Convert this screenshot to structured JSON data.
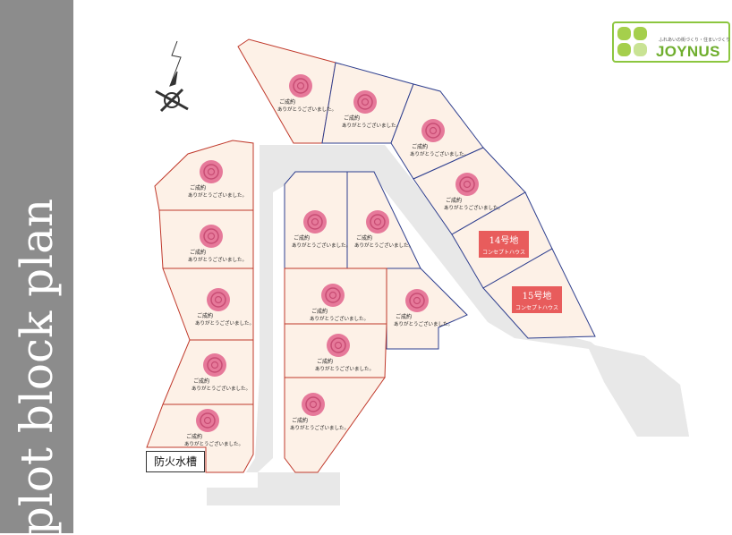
{
  "title": "plot block plan",
  "logo": {
    "word": "JOYNUS",
    "tagline": "ふれあいの街づくり・住まいづくり"
  },
  "fire_tank_label": "防火水槽",
  "sold_label": {
    "line1": "ご成約",
    "line2": "ありがとうございました。"
  },
  "concept_lots": [
    {
      "number": "14号地",
      "label": "コンセプトハウス"
    },
    {
      "number": "15号地",
      "label": "コンセプトハウス"
    }
  ],
  "colors": {
    "lot_fill": "#fdf1e7",
    "road": "#e8e8e8",
    "border_red": "#c0392b",
    "border_blue": "#2e3f8f",
    "concept": "#e85c5c",
    "rose": "#e6799a"
  },
  "icons": [
    "compass-icon",
    "rose-sold-icon",
    "clover-logo-icon"
  ]
}
